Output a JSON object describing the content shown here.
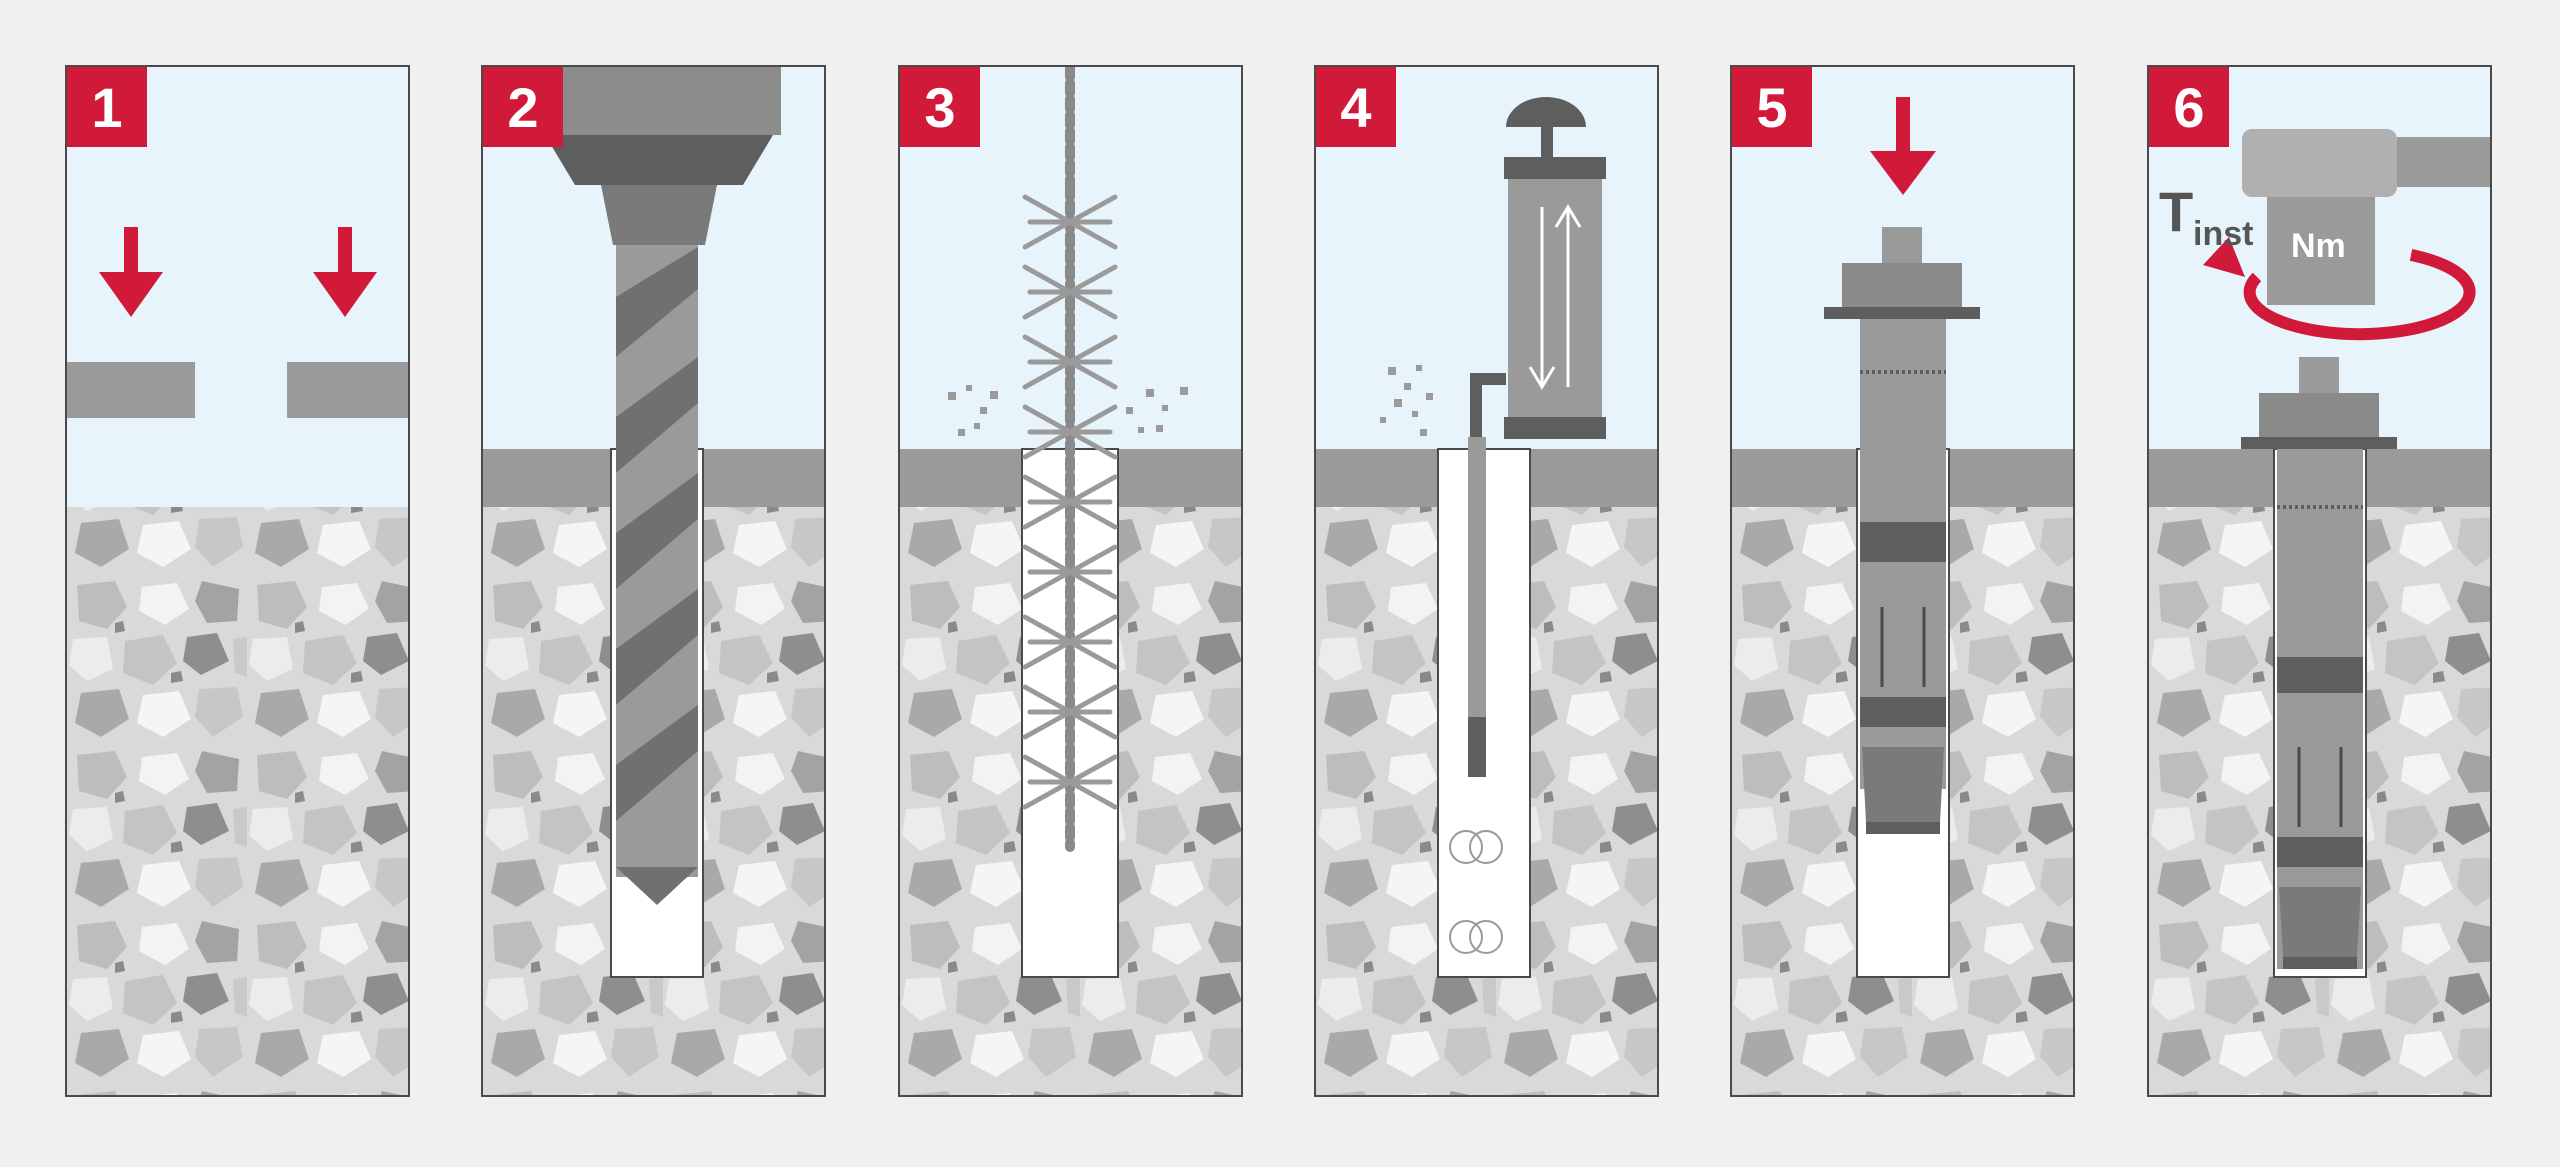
{
  "steps": [
    {
      "number": "1",
      "name": "position-holes"
    },
    {
      "number": "2",
      "name": "drill-hole"
    },
    {
      "number": "3",
      "name": "brush-hole"
    },
    {
      "number": "4",
      "name": "blow-out-hole"
    },
    {
      "number": "5",
      "name": "insert-anchor"
    },
    {
      "number": "6",
      "name": "apply-torque"
    }
  ],
  "torque": {
    "symbol": "T",
    "subscript": "inst",
    "unit": "Nm"
  },
  "colors": {
    "accent": "#d11a3a",
    "sky": "#e8f4fc",
    "concrete": "#d9d9d9",
    "steel": "#9a9a9a",
    "dark_steel": "#6a6a6a",
    "border": "#4a4a4a",
    "background": "#f0f0f0"
  }
}
